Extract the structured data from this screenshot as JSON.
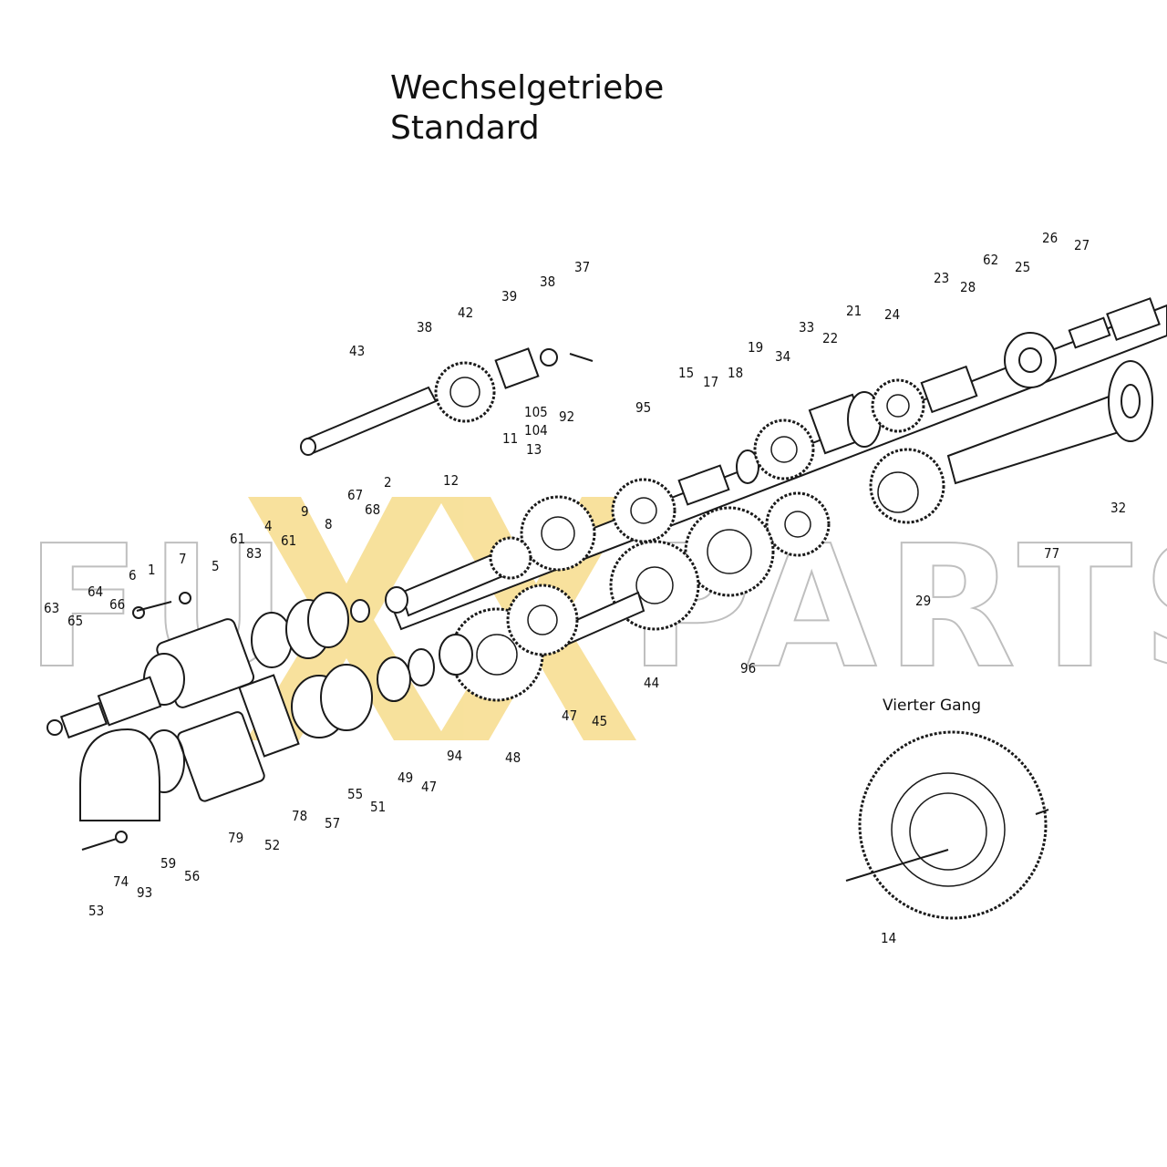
{
  "title": {
    "line1": "Wechselgetriebe",
    "line2": "Standard"
  },
  "watermark": {
    "left": "FU",
    "right": "PARTS",
    "accent_color": "#f2c94c"
  },
  "inset": {
    "label": "Vierter Gang",
    "part_number": "14"
  },
  "callouts": [
    {
      "n": "43"
    },
    {
      "n": "38"
    },
    {
      "n": "42"
    },
    {
      "n": "39"
    },
    {
      "n": "38"
    },
    {
      "n": "37"
    },
    {
      "n": "105"
    },
    {
      "n": "104"
    },
    {
      "n": "13"
    },
    {
      "n": "11"
    },
    {
      "n": "92"
    },
    {
      "n": "95"
    },
    {
      "n": "15"
    },
    {
      "n": "17"
    },
    {
      "n": "18"
    },
    {
      "n": "19"
    },
    {
      "n": "34"
    },
    {
      "n": "33"
    },
    {
      "n": "22"
    },
    {
      "n": "21"
    },
    {
      "n": "24"
    },
    {
      "n": "23"
    },
    {
      "n": "28"
    },
    {
      "n": "62"
    },
    {
      "n": "25"
    },
    {
      "n": "26"
    },
    {
      "n": "27"
    },
    {
      "n": "32"
    },
    {
      "n": "77"
    },
    {
      "n": "29"
    },
    {
      "n": "12"
    },
    {
      "n": "2"
    },
    {
      "n": "67"
    },
    {
      "n": "68"
    },
    {
      "n": "9"
    },
    {
      "n": "8"
    },
    {
      "n": "4"
    },
    {
      "n": "61"
    },
    {
      "n": "61"
    },
    {
      "n": "83"
    },
    {
      "n": "5"
    },
    {
      "n": "7"
    },
    {
      "n": "6"
    },
    {
      "n": "1"
    },
    {
      "n": "64"
    },
    {
      "n": "66"
    },
    {
      "n": "63"
    },
    {
      "n": "65"
    },
    {
      "n": "96"
    },
    {
      "n": "44"
    },
    {
      "n": "45"
    },
    {
      "n": "47"
    },
    {
      "n": "48"
    },
    {
      "n": "94"
    },
    {
      "n": "47"
    },
    {
      "n": "49"
    },
    {
      "n": "51"
    },
    {
      "n": "55"
    },
    {
      "n": "57"
    },
    {
      "n": "78"
    },
    {
      "n": "52"
    },
    {
      "n": "79"
    },
    {
      "n": "56"
    },
    {
      "n": "59"
    },
    {
      "n": "93"
    },
    {
      "n": "74"
    },
    {
      "n": "53"
    }
  ]
}
